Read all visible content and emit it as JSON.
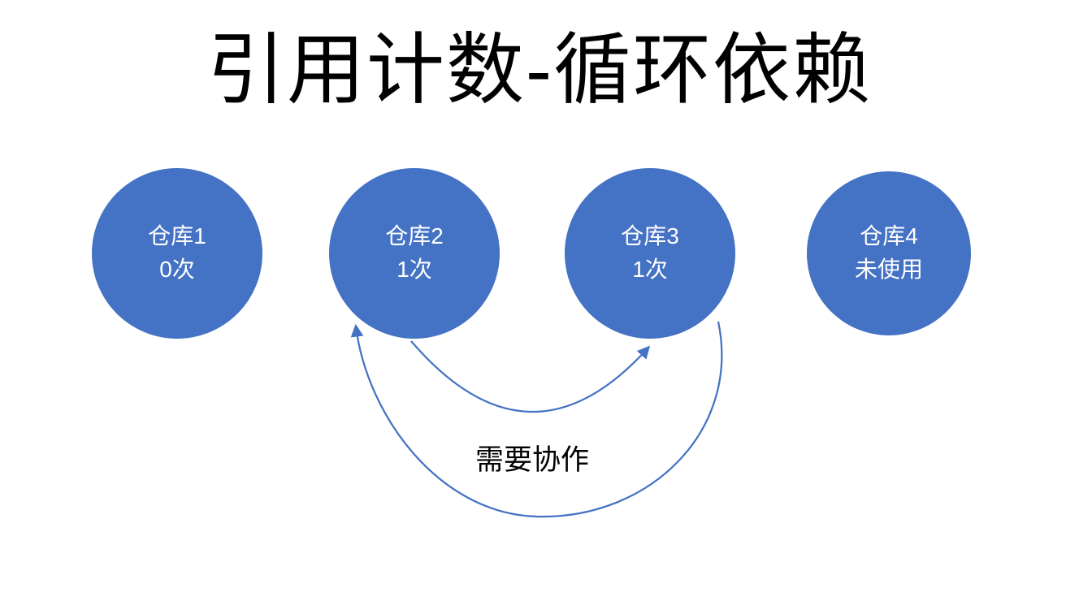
{
  "title": "引用计数-循环依赖",
  "nodes": [
    {
      "line1": "仓库1",
      "line2": "0次"
    },
    {
      "line1": "仓库2",
      "line2": "1次"
    },
    {
      "line1": "仓库3",
      "line2": "1次"
    },
    {
      "line1": "仓库4",
      "line2": "未使用"
    }
  ],
  "annotation": "需要协作",
  "arrows": [
    {
      "name": "warehouse2-to-warehouse3",
      "direction": "points up at warehouse 3"
    },
    {
      "name": "warehouse3-to-warehouse2",
      "direction": "points up at warehouse 2"
    }
  ],
  "colors": {
    "node_fill": "#4472C4",
    "node_text": "#FFFFFF",
    "arrow": "#4472C4",
    "title_text": "#000000",
    "background": "#FFFFFF"
  }
}
